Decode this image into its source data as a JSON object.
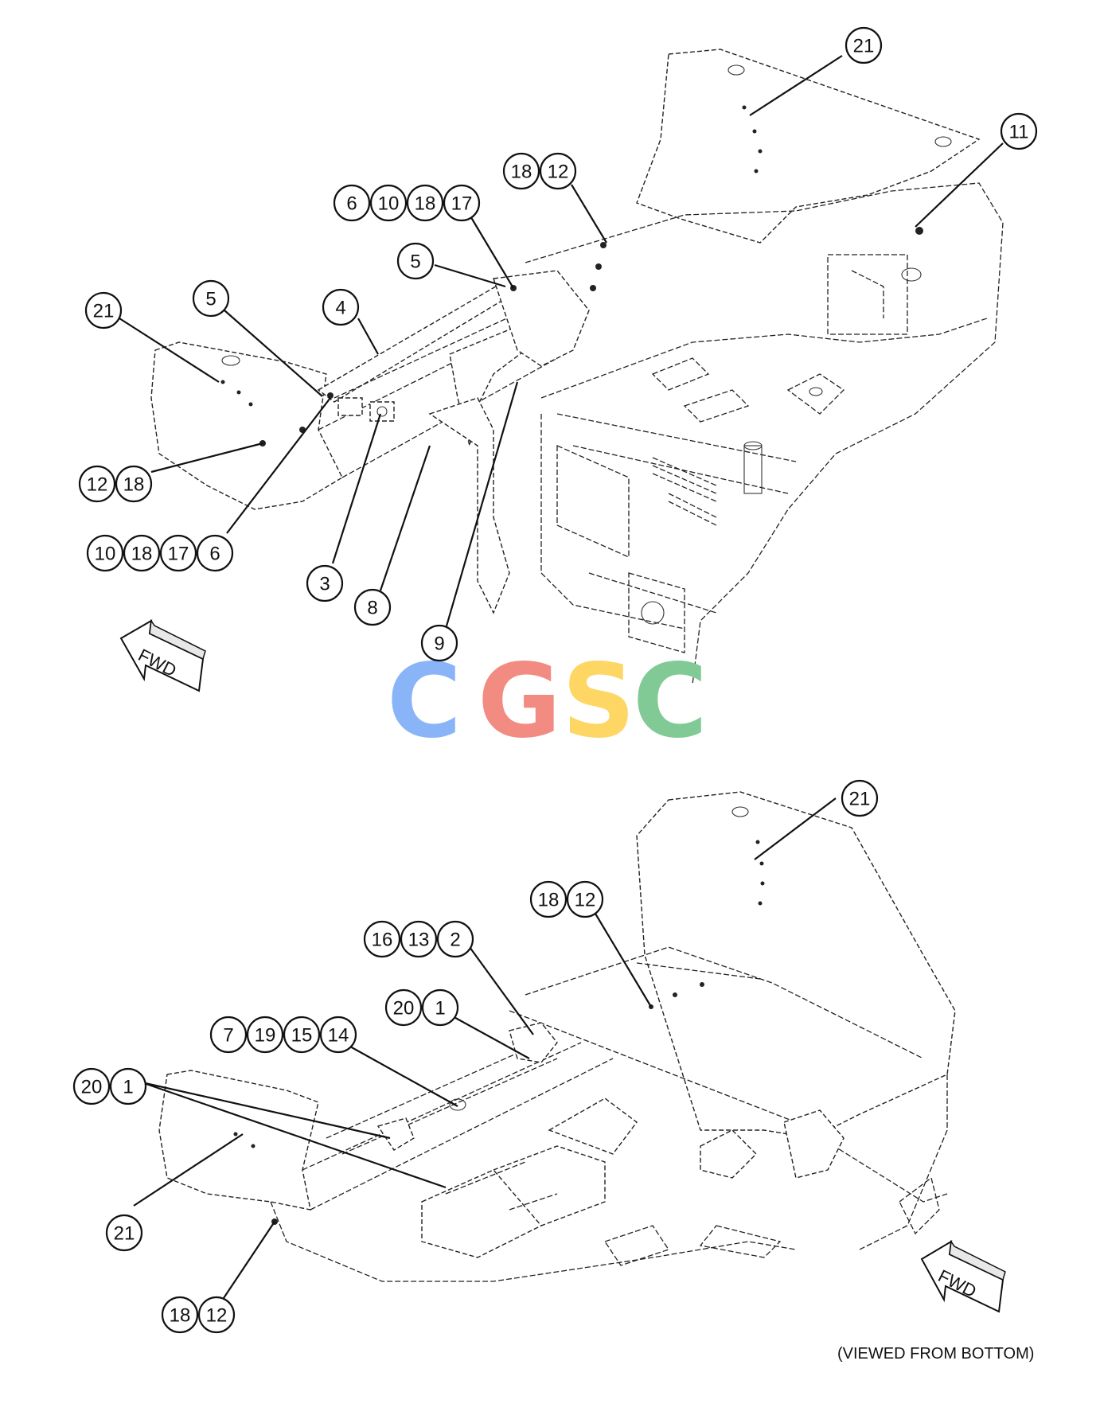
{
  "watermark": {
    "letters": [
      {
        "char": "C",
        "color": "#8ab4f8"
      },
      {
        "char": "G",
        "color": "#f28b82"
      },
      {
        "char": "S",
        "color": "#fdd663"
      },
      {
        "char": "C",
        "color": "#81c995"
      }
    ]
  },
  "arrows": {
    "top_label": "FWD",
    "bottom_label": "FWD"
  },
  "note": "(VIEWED FROM BOTTOM)",
  "callouts_top": [
    {
      "id": "t21a",
      "labels": [
        "21"
      ]
    },
    {
      "id": "t11",
      "labels": [
        "11"
      ]
    },
    {
      "id": "t18_12",
      "labels": [
        "18",
        "12"
      ]
    },
    {
      "id": "t6_10_18_17",
      "labels": [
        "6",
        "10",
        "18",
        "17"
      ]
    },
    {
      "id": "t5a",
      "labels": [
        "5"
      ]
    },
    {
      "id": "t5b",
      "labels": [
        "5"
      ]
    },
    {
      "id": "t4",
      "labels": [
        "4"
      ]
    },
    {
      "id": "t21b",
      "labels": [
        "21"
      ]
    },
    {
      "id": "t12_18",
      "labels": [
        "12",
        "18"
      ]
    },
    {
      "id": "t10_18_17_6",
      "labels": [
        "10",
        "18",
        "17",
        "6"
      ]
    },
    {
      "id": "t3",
      "labels": [
        "3"
      ]
    },
    {
      "id": "t8",
      "labels": [
        "8"
      ]
    },
    {
      "id": "t9",
      "labels": [
        "9"
      ]
    }
  ],
  "callouts_bottom": [
    {
      "id": "b21a",
      "labels": [
        "21"
      ]
    },
    {
      "id": "b18_12",
      "labels": [
        "18",
        "12"
      ]
    },
    {
      "id": "b16_13_2",
      "labels": [
        "16",
        "13",
        "2"
      ]
    },
    {
      "id": "b20_1a",
      "labels": [
        "20",
        "1"
      ]
    },
    {
      "id": "b7_19_15_14",
      "labels": [
        "7",
        "19",
        "15",
        "14"
      ]
    },
    {
      "id": "b20_1b",
      "labels": [
        "20",
        "1"
      ]
    },
    {
      "id": "b21b",
      "labels": [
        "21"
      ]
    },
    {
      "id": "b18_12b",
      "labels": [
        "18",
        "12"
      ]
    }
  ]
}
